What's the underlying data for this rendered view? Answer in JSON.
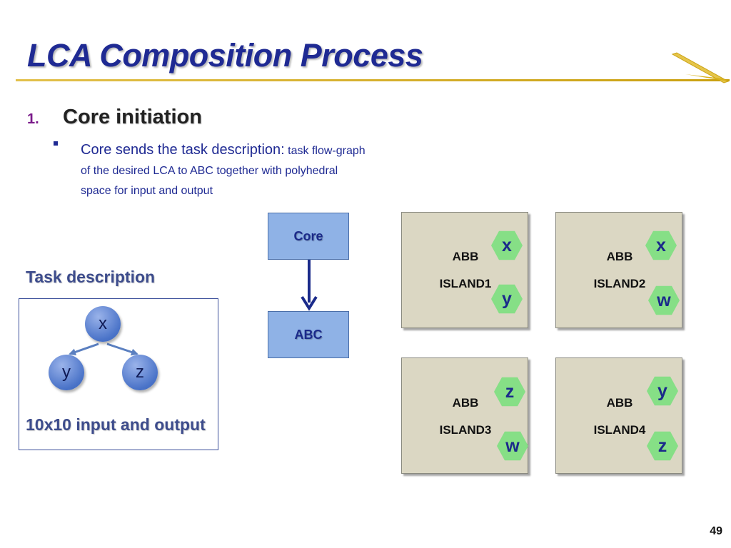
{
  "slide": {
    "title": "LCA Composition Process",
    "page_number": "49"
  },
  "section": {
    "number": "1.",
    "heading": "Core initiation",
    "bullet_lead": "Core sends the task description:",
    "bullet_rest": "task flow-graph of the desired LCA to ABC together with polyhedral space for input and output"
  },
  "task": {
    "title": "Task description",
    "footer": "10x10 input and output",
    "nodes": {
      "root": "x",
      "left": "y",
      "right": "z"
    }
  },
  "flow": {
    "core": "Core",
    "abc": "ABC"
  },
  "islands": [
    {
      "abb": "ABB",
      "name": "ISLAND1",
      "top_var": "x",
      "bottom_var": "y"
    },
    {
      "abb": "ABB",
      "name": "ISLAND2",
      "top_var": "x",
      "bottom_var": "w"
    },
    {
      "abb": "ABB",
      "name": "ISLAND3",
      "top_var": "z",
      "bottom_var": "w"
    },
    {
      "abb": "ABB",
      "name": "ISLAND4",
      "top_var": "y",
      "bottom_var": "z"
    }
  ],
  "colors": {
    "title": "#1f2a93",
    "rule": "#d8b21e",
    "flow_box": "#8fb2e6",
    "island_fill": "#dbd7c3",
    "hex_fill": "#86df86",
    "node_fill": "#4a73c8",
    "arrow": "#1a2a8a"
  }
}
